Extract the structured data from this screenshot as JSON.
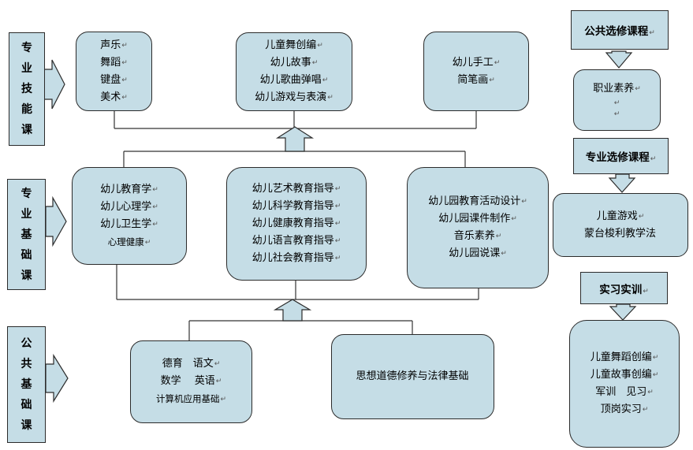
{
  "categories": {
    "professional_skills": {
      "chars": [
        "专",
        "业",
        "技",
        "能",
        "课"
      ]
    },
    "professional_foundation": {
      "chars": [
        "专",
        "业",
        "基",
        "础",
        "课"
      ]
    },
    "public_foundation": {
      "chars": [
        "公",
        "共",
        "基",
        "础",
        "课"
      ]
    }
  },
  "skills_courses": {
    "box1": [
      "声乐",
      "舞蹈",
      "键盘",
      "美术"
    ],
    "box2": [
      "儿童舞创编",
      "幼儿故事",
      "幼儿歌曲弹唱",
      "幼儿游戏与表演"
    ],
    "box3": [
      "幼儿手工",
      "简笔画"
    ]
  },
  "foundation_courses": {
    "box1": [
      "幼儿教育学",
      "幼儿心理学",
      "幼儿卫生学",
      "心理健康"
    ],
    "box2": [
      "幼儿艺术教育指导",
      "幼儿科学教育指导",
      "幼儿健康教育指导",
      "幼儿语言教育指导",
      "幼儿社会教育指导"
    ],
    "box3": [
      "幼儿园教育活动设计",
      "幼儿园课件制作",
      "音乐素养",
      "幼儿园说课"
    ]
  },
  "public_courses": {
    "box1": [
      "德育　语文",
      "数学　 英语",
      "计算机应用基础"
    ],
    "box2": [
      "思想道德修养与法律基础"
    ]
  },
  "right_column": {
    "public_elective": {
      "title": "公共选修课程",
      "items": [
        "职业素养"
      ]
    },
    "professional_elective": {
      "title": "专业选修课程",
      "items": [
        "儿童游戏",
        "蒙台梭利教学法"
      ]
    },
    "internship": {
      "title": "实习实训",
      "items": [
        "儿童舞蹈创编",
        "儿童故事创编",
        "军训　见习",
        "顶岗实习"
      ]
    }
  }
}
